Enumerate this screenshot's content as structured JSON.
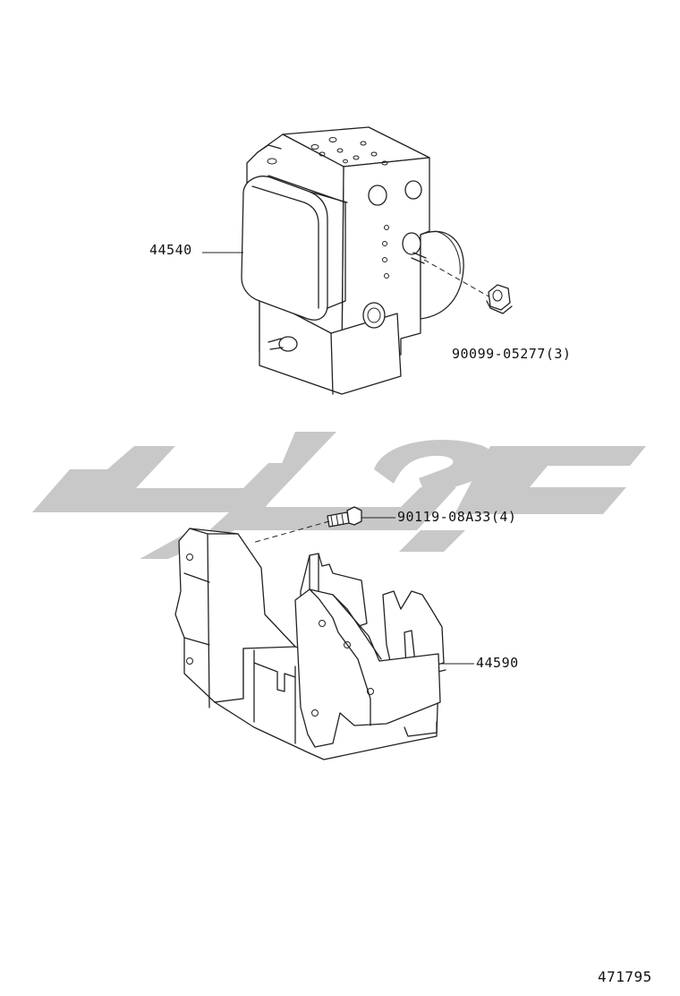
{
  "parts": {
    "abs_actuator": "44540",
    "nut": "90099-05277(3)",
    "bolt": "90119-08A33(4)",
    "bracket": "44590"
  },
  "illustration_number": "471795",
  "watermark_color": "#c8c8c8"
}
